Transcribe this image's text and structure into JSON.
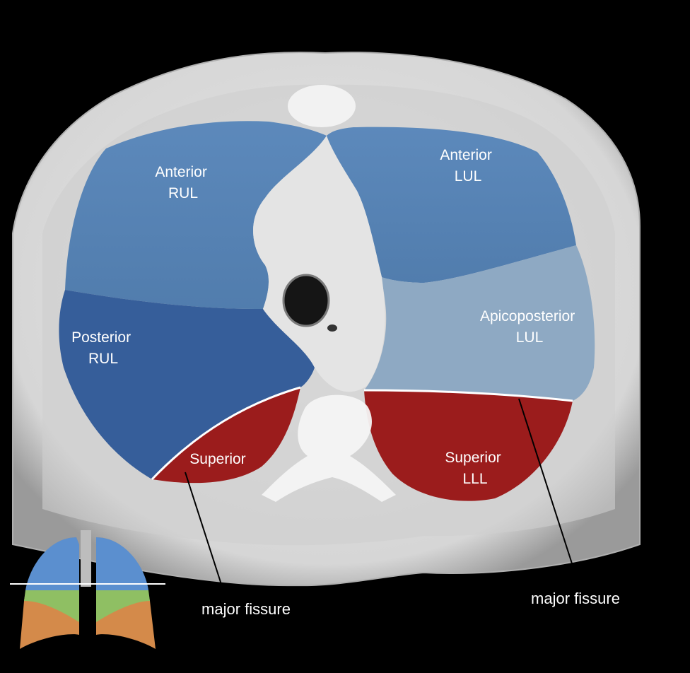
{
  "labels": {
    "anterior_rul": [
      "Anterior",
      "RUL"
    ],
    "posterior_rul": [
      "Posterior",
      "RUL"
    ],
    "superior_rll": [
      "Superior"
    ],
    "anterior_lul": [
      "Anterior",
      "LUL"
    ],
    "apicoposterior_lul": [
      "Apicoposterior",
      "LUL"
    ],
    "superior_lll": [
      "Superior",
      "LLL"
    ],
    "major_fissure_right": "major fissure",
    "major_fissure_left": "major fissure"
  },
  "colors": {
    "background": "#000000",
    "body_soft_tissue": "#d9d9d9",
    "anterior_segment": "#4b79ad",
    "posterior_segment": "#2c5596",
    "apicoposterior_segment": "#8aa6c2",
    "superior_lower_lobe": "#9b1c1c",
    "fissure_line": "#ffffff",
    "callout_line": "#000000"
  }
}
